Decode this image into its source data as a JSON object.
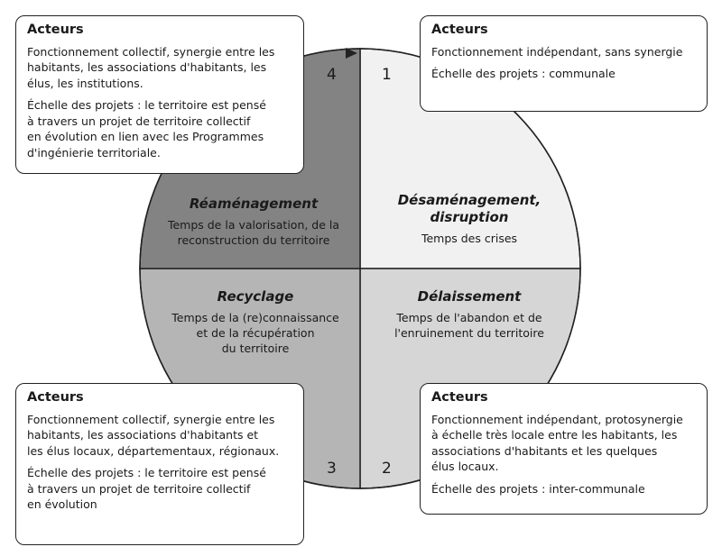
{
  "colors": {
    "q1": "#f1f1f1",
    "q2": "#d6d6d6",
    "q3": "#b5b5b5",
    "q4": "#838383",
    "stroke": "#222222"
  },
  "quadrants": {
    "q1": {
      "number": "1",
      "title": "Désaménagement,\ndisruption",
      "desc": "Temps des crises"
    },
    "q2": {
      "number": "2",
      "title": "Délaissement",
      "desc": "Temps de l'abandon et de\nl'enruinement du territoire"
    },
    "q3": {
      "number": "3",
      "title": "Recyclage",
      "desc": "Temps de la (re)connaissance\net de la récupération\ndu territoire"
    },
    "q4": {
      "number": "4",
      "title": "Réaménagement",
      "desc": "Temps de la valorisation, de la\nreconstruction du territoire"
    }
  },
  "boxes": {
    "top_left": {
      "heading": "Acteurs",
      "text1": "Fonctionnement collectif, synergie entre les\nhabitants, les associations d'habitants, les\nélus, les institutions.",
      "text2": "Échelle des projets : le territoire est pensé\nà travers un projet de territoire collectif\nen évolution en lien avec les Programmes\nd'ingénierie territoriale."
    },
    "top_right": {
      "heading": "Acteurs",
      "text1": "Fonctionnement indépendant, sans synergie",
      "text2": "Échelle des projets : communale"
    },
    "bottom_left": {
      "heading": "Acteurs",
      "text1": "Fonctionnement collectif, synergie entre les\nhabitants, les associations d'habitants et\nles élus locaux, départementaux, régionaux.",
      "text2": "Échelle des projets : le territoire est pensé\nà travers un projet de territoire collectif\nen évolution"
    },
    "bottom_right": {
      "heading": "Acteurs",
      "text1": "Fonctionnement indépendant, protosynergie\nà échelle très locale entre les habitants, les\nassociations d'habitants et les quelques\nélus locaux.",
      "text2": "Échelle des projets : inter-communale"
    }
  }
}
